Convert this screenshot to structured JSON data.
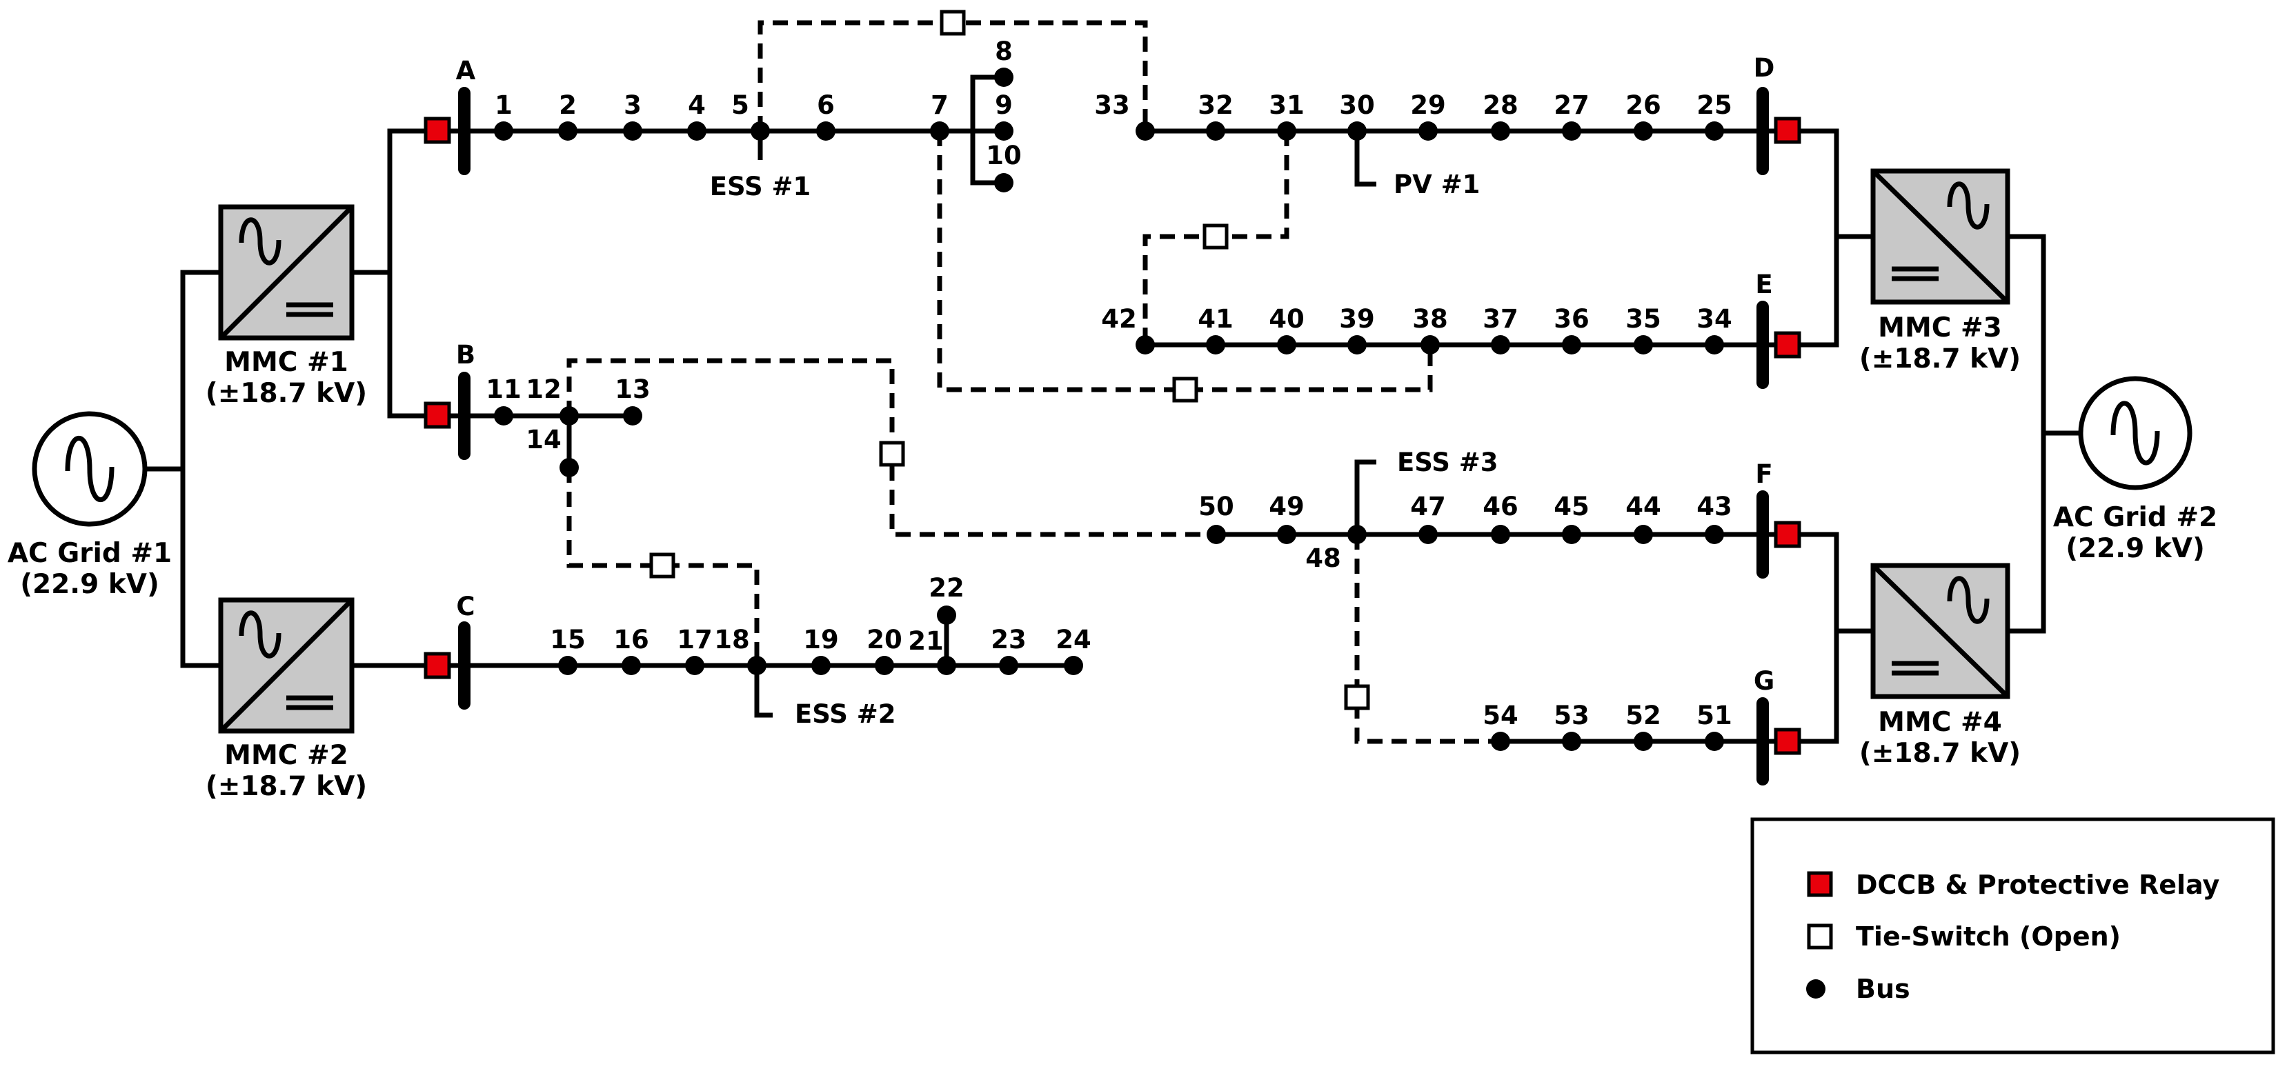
{
  "colors": {
    "breaker": "#e8000b",
    "converter_fill": "#c8c8c8",
    "line": "#000000",
    "tie_switch_fill": "#ffffff"
  },
  "ac_grids": [
    {
      "name": "AC Grid #1",
      "voltage": "(22.9 kV)"
    },
    {
      "name": "AC Grid #2",
      "voltage": "(22.9 kV)"
    }
  ],
  "converters": [
    {
      "name": "MMC #1",
      "voltage": "(±18.7 kV)"
    },
    {
      "name": "MMC #2",
      "voltage": "(±18.7 kV)"
    },
    {
      "name": "MMC #3",
      "voltage": "(±18.7 kV)"
    },
    {
      "name": "MMC #4",
      "voltage": "(±18.7 kV)"
    }
  ],
  "dc_buses": [
    "A",
    "B",
    "C",
    "D",
    "E",
    "F",
    "G"
  ],
  "buses": [
    "1",
    "2",
    "3",
    "4",
    "5",
    "6",
    "7",
    "8",
    "9",
    "10",
    "11",
    "12",
    "13",
    "14",
    "15",
    "16",
    "17",
    "18",
    "19",
    "20",
    "21",
    "22",
    "23",
    "24",
    "25",
    "26",
    "27",
    "28",
    "29",
    "30",
    "31",
    "32",
    "33",
    "34",
    "35",
    "36",
    "37",
    "38",
    "39",
    "40",
    "41",
    "42",
    "43",
    "44",
    "45",
    "46",
    "47",
    "48",
    "49",
    "50",
    "51",
    "52",
    "53",
    "54"
  ],
  "resources": [
    "ESS #1",
    "ESS #2",
    "ESS #3",
    "PV #1"
  ],
  "legend": {
    "breaker_label": "DCCB & Protective Relay",
    "tie_label": "Tie-Switch (Open)",
    "bus_label": "Bus"
  }
}
